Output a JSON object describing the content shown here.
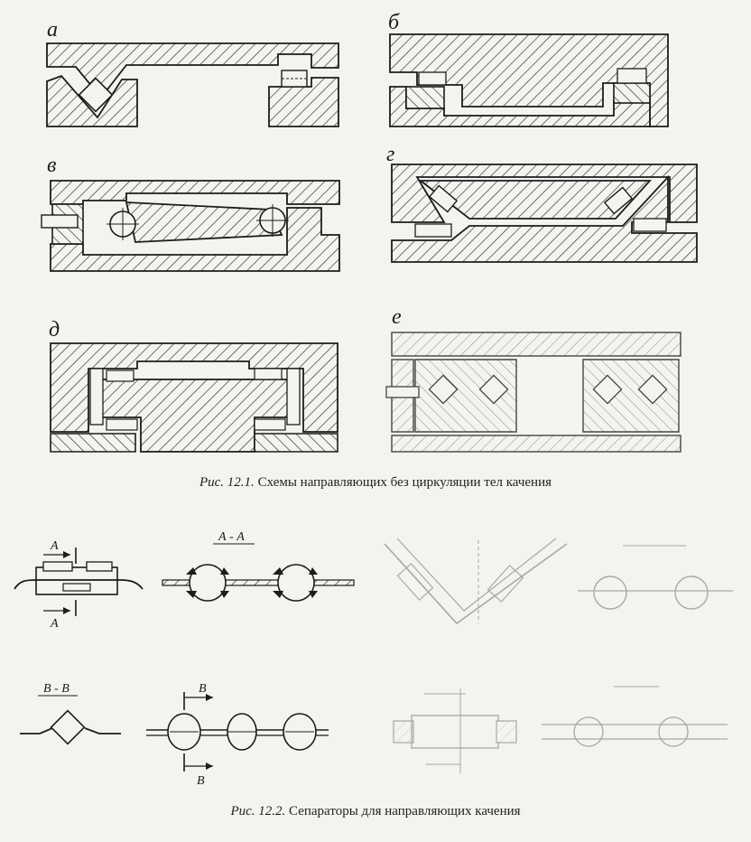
{
  "figure1": {
    "caption_number": "Рис. 12.1.",
    "caption_text": "Схемы направляющих без циркуляции тел качения",
    "panel_labels": [
      "а",
      "б",
      "в",
      "г",
      "д",
      "е"
    ]
  },
  "figure2": {
    "caption_number": "Рис. 12.2.",
    "caption_text": "Сепараторы для направляющих качения",
    "section_labels": {
      "a_arrow_top": "А",
      "a_arrow_bottom": "А",
      "a_section": "А - А",
      "b_section": "В - В",
      "b_arrow_top": "В",
      "b_arrow_bottom": "В"
    }
  }
}
